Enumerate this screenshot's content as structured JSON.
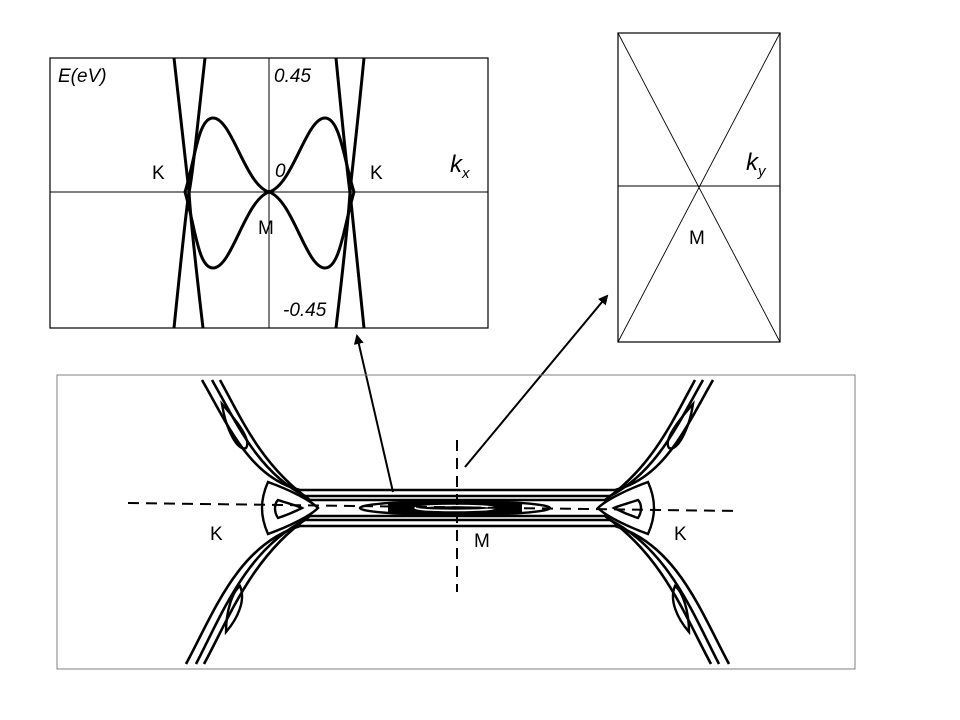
{
  "band_panel": {
    "energy_label": "E(eV)",
    "top_tick": "0.45",
    "zero_tick": "0",
    "bottom_tick": "-0.45",
    "left_point": "K",
    "right_point": "K",
    "center_point": "M",
    "axis_main": "k",
    "axis_sub": "x"
  },
  "cone_panel": {
    "axis_main": "k",
    "axis_sub": "y",
    "center_point": "M"
  },
  "contour_panel": {
    "left_point": "K",
    "center_point": "M",
    "right_point": "K"
  },
  "colors": {
    "ink": "#000000",
    "frame": "#000000",
    "thin_frame": "#7f7f7f",
    "background": "#ffffff"
  }
}
